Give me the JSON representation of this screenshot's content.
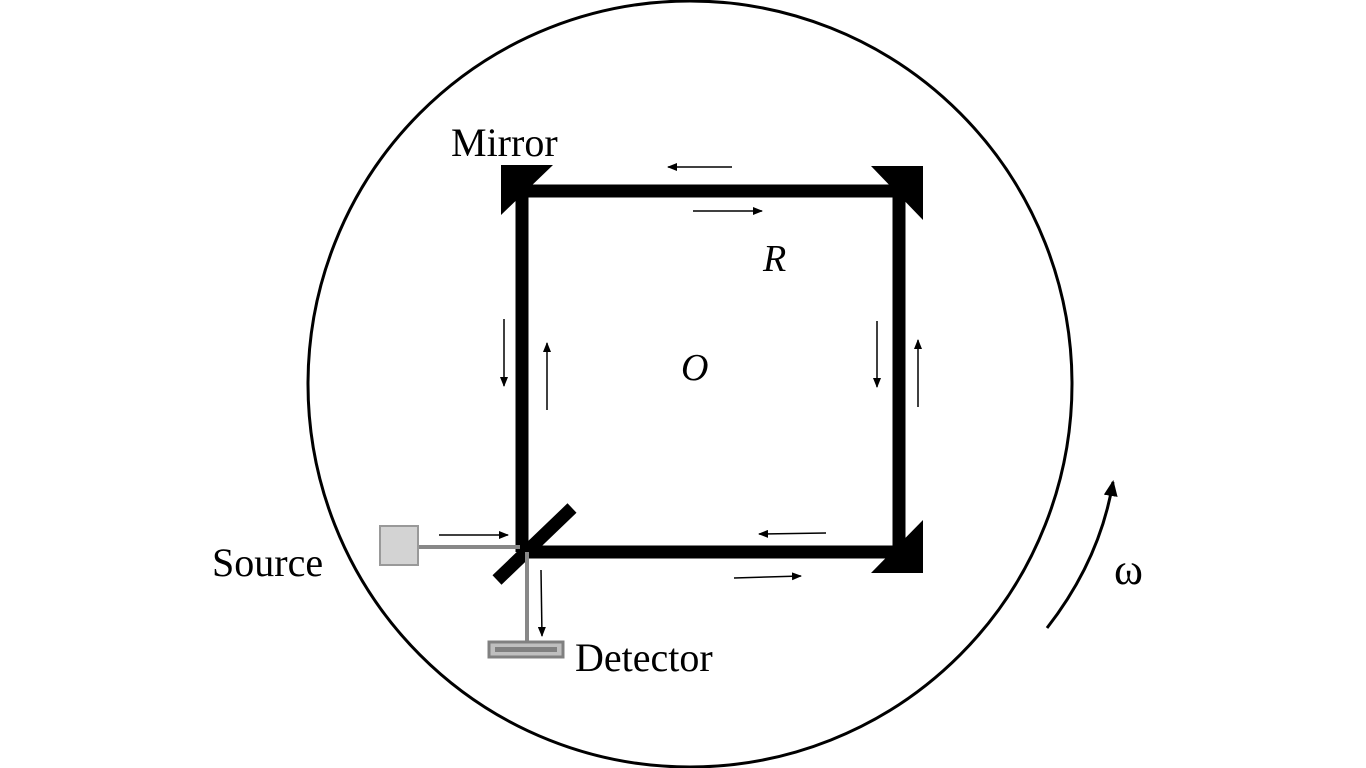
{
  "labels": {
    "mirror": "Mirror",
    "source": "Source",
    "detector": "Detector",
    "path_label": "R",
    "center_label": "O",
    "angular_velocity": "ω"
  },
  "colors": {
    "stroke": "#000000",
    "light_path": "#888888",
    "source_fill": "#d3d3d3",
    "source_border": "#999999",
    "detector_fill": "#bfbfbf",
    "detector_border": "#808080"
  }
}
